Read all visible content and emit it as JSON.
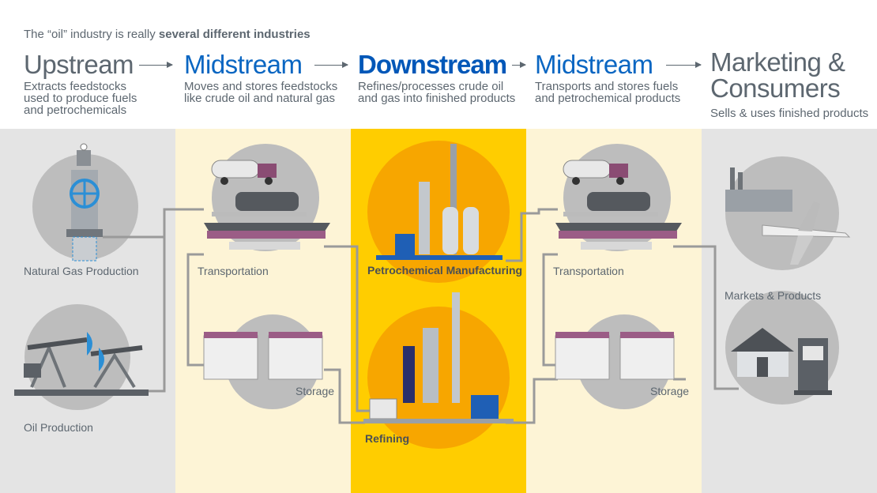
{
  "intro": {
    "prefix": "The “oil” industry is really ",
    "bold": "several different industries"
  },
  "stages": [
    {
      "title": "Upstream",
      "desc": "Extracts feedstocks\nused to produce fuels\nand petrochemicals"
    },
    {
      "title": "Midstream",
      "desc": "Moves and stores feedstocks\nlike crude oil and natural gas"
    },
    {
      "title": "Downstream",
      "desc": "Refines/processes crude oil\nand gas into finished products"
    },
    {
      "title": "Midstream",
      "desc": "Transports and stores fuels\nand petrochemical products"
    },
    {
      "title": "Marketing &\nConsumers",
      "desc": "Sells & uses finished products"
    }
  ],
  "labels": {
    "natural_gas": "Natural Gas Production",
    "oil": "Oil Production",
    "transport_1": "Transportation",
    "storage_1": "Storage",
    "petrochem": "Petrochemical Manufacturing",
    "refining": "Refining",
    "transport_2": "Transportation",
    "storage_2": "Storage",
    "markets": "Markets & Products"
  },
  "colors": {
    "upstream_bg": "#e4e4e4",
    "midstream_bg": "#fdf4d6",
    "downstream_bg": "#ffcd00",
    "circle_gray": "#bdbdbd",
    "circle_orange": "#f7a600",
    "blue_text": "#0a66c2",
    "blue_bold": "#0057b8"
  }
}
